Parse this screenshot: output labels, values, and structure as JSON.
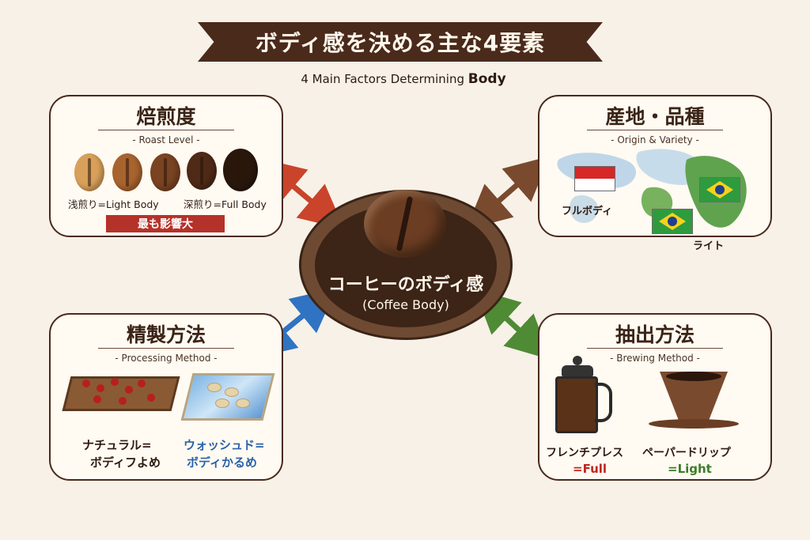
{
  "header": {
    "title": "ボディ感を決める主な4要素",
    "subtitle_prefix": "4 Main Factors Determining ",
    "subtitle_emph": "Body"
  },
  "center": {
    "title": "コーヒーのボディ感",
    "subtitle": "(Coffee Body)"
  },
  "factors": {
    "roast": {
      "title": "焙煎度",
      "subtitle": "- Roast Level -",
      "light_label": "浅煎り=Light Body",
      "dark_label": "深煎り=Full Body",
      "badge": "最も影響大"
    },
    "origin": {
      "title": "産地・品種",
      "subtitle": "- Origin & Variety -",
      "full_label": "フルボディ",
      "light_label": "ライト"
    },
    "processing": {
      "title": "精製方法",
      "subtitle": "- Processing Method -",
      "natural_label_1": "ナチュラル=",
      "natural_label_2": "ボディフよめ",
      "washed_label_1": "ウォッシュド=",
      "washed_label_2": "ボディかるめ"
    },
    "brewing": {
      "title": "抽出方法",
      "subtitle": "- Brewing Method -",
      "press_label": "フレンチプレス",
      "press_value": "=Full",
      "drip_label": "ペーパードリップ",
      "drip_value": "=Light"
    }
  },
  "colors": {
    "roast_arrow": "#c9442b",
    "origin_arrow": "#7a4a2e",
    "processing_arrow": "#2f73c2",
    "brewing_arrow": "#4f8a34"
  },
  "icons": {
    "roast": "coffee-bean-icon",
    "origin": "world-map-icon",
    "processing": "drying-bed-icon",
    "brewing": "french-press-icon"
  }
}
